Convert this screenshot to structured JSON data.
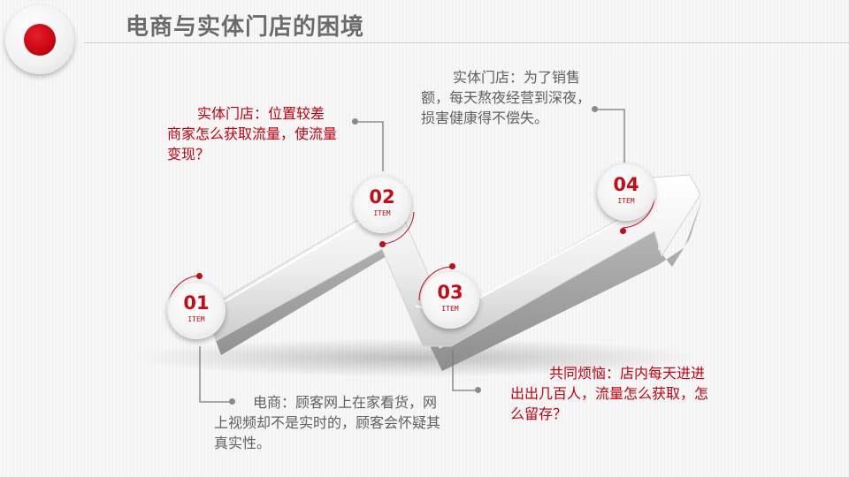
{
  "page": {
    "title": "电商与实体门店的困境"
  },
  "steps": [
    {
      "number": "01",
      "sub": "ITEM"
    },
    {
      "number": "02",
      "sub": "ITEM"
    },
    {
      "number": "03",
      "sub": "ITEM"
    },
    {
      "number": "04",
      "sub": "ITEM"
    }
  ],
  "callouts": {
    "c1": "电商：顾客网上在家看货，网上视频却不是实时的，顾客会怀疑其真实性。",
    "c2": "实体门店：位置较差商家怎么获取流量，使流量变现？",
    "c3": "共同烦恼：店内每天进进出出几百人，流量怎么获取，怎么留存？",
    "c4": "实体门店：为了销售额，每天熬夜经营到深夜，损害健康得不偿失。"
  },
  "colors": {
    "accent": "#c80a14",
    "text_gray": "#5f5f5f",
    "title_gray": "#6b6b6b"
  }
}
